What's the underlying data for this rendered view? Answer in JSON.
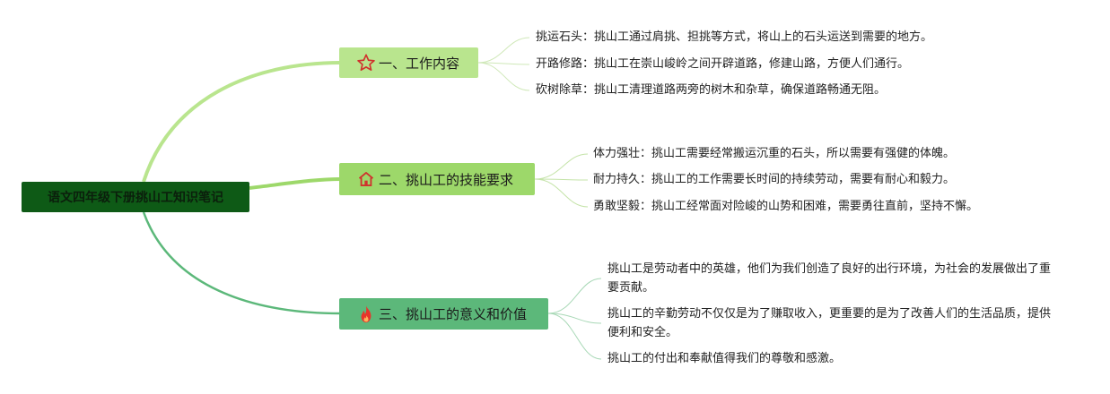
{
  "root": {
    "title": "语文四年级下册挑山工知识笔记"
  },
  "branches": [
    {
      "title": "一、工作内容",
      "icon": "star-icon",
      "color": "#b9e58e",
      "leaves": [
        "挑运石头：挑山工通过肩挑、担挑等方式，将山上的石头运送到需要的地方。",
        "开路修路：挑山工在崇山峻岭之间开辟道路，修建山路，方便人们通行。",
        "砍树除草：挑山工清理道路两旁的树木和杂草，确保道路畅通无阻。"
      ]
    },
    {
      "title": "二、挑山工的技能要求",
      "icon": "house-icon",
      "color": "#9dd86a",
      "leaves": [
        "体力强壮：挑山工需要经常搬运沉重的石头，所以需要有强健的体魄。",
        "耐力持久：挑山工的工作需要长时间的持续劳动，需要有耐心和毅力。",
        "勇敢坚毅：挑山工经常面对险峻的山势和困难，需要勇往直前，坚持不懈。"
      ]
    },
    {
      "title": "三、挑山工的意义和价值",
      "icon": "fire-icon",
      "color": "#5cb87a",
      "leaves": [
        "挑山工是劳动者中的英雄，他们为我们创造了良好的出行环境，为社会的发展做出了重要贡献。",
        "挑山工的辛勤劳动不仅仅是为了赚取收入，更重要的是为了改善人们的生活品质，提供便利和安全。",
        "挑山工的付出和奉献值得我们的尊敬和感激。"
      ]
    }
  ]
}
